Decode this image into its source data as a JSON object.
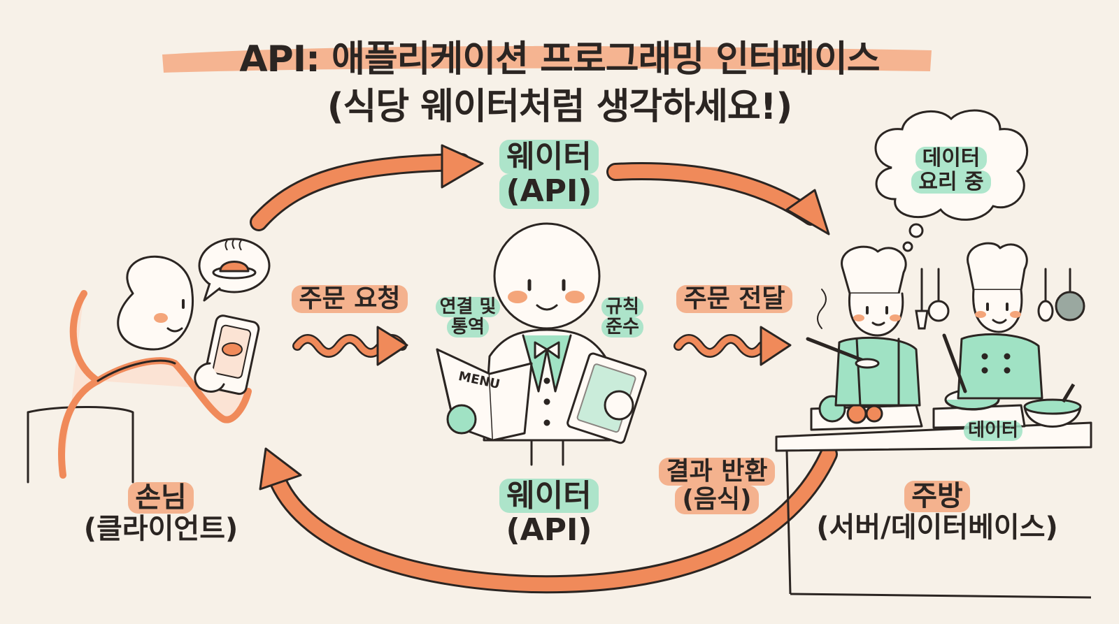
{
  "title": {
    "line1": "API: 애플리케이션 프로그래밍 인터페이스",
    "line2": "(식당 웨이터처럼 생각하세요!)"
  },
  "waiter_top": {
    "name": "웨이터",
    "role": "(API)"
  },
  "waiter_bottom": {
    "name": "웨이터",
    "role": "(API)"
  },
  "client": {
    "name": "손님",
    "role": "(클라이언트)"
  },
  "kitchen": {
    "name": "주방",
    "role": "(서버/데이터베이스)"
  },
  "flows": {
    "order_request": "주문 요청",
    "order_delivery": "주문 전달",
    "result_return_line1": "결과 반환",
    "result_return_line2": "(음식)"
  },
  "waiter_tags": {
    "connect_line1": "연결 및",
    "connect_line2": "통역",
    "rules_line1": "규칙",
    "rules_line2": "준수"
  },
  "menu_text": "MENU",
  "cloud": {
    "line1": "데이터",
    "line2": "요리 중"
  },
  "kitchen_data_tag": "데이터",
  "colors": {
    "background": "#f7f1e8",
    "accent_orange": "#f08a5a",
    "accent_green": "#a0e2c4",
    "ink": "#2b2522"
  }
}
